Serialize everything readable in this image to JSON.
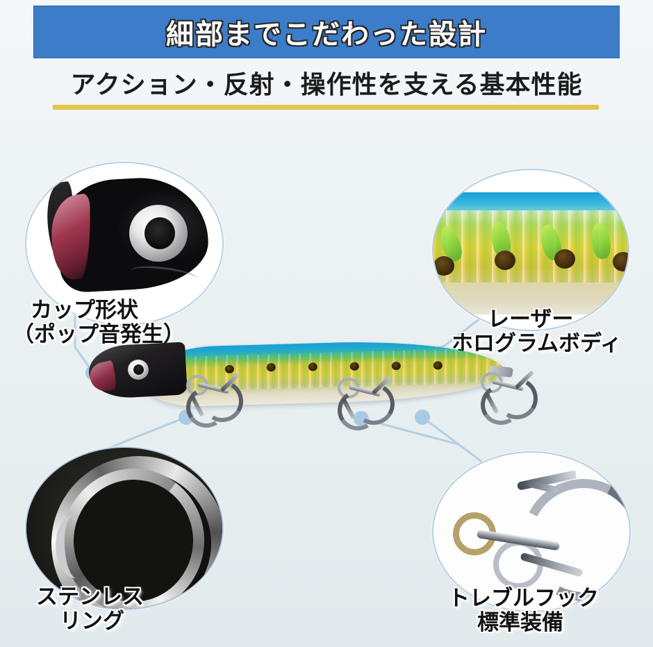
{
  "header": {
    "banner_title": "細部までこだわった設計",
    "subtitle": "アクション・反射・操作性を支える基本性能",
    "banner_color": "#3d7cc9",
    "divider_color": "#e6c24a",
    "title_color": "#ffffff",
    "subtitle_color": "#1b1b1b"
  },
  "callouts": [
    {
      "id": "cup-shape",
      "line1": "カップ形状",
      "line2": "（ポップ音発生）",
      "position": "top-left",
      "image_subject": "lure-head-cup-mouth-with-silver-eye"
    },
    {
      "id": "laser-hologram-body",
      "line1": "レーザー",
      "line2": "ホログラムボディ",
      "position": "top-right",
      "image_subject": "holographic-scale-pattern-closeup"
    },
    {
      "id": "stainless-ring",
      "line1": "ステンレス",
      "line2": "リング",
      "position": "bottom-left",
      "image_subject": "stainless-split-ring-closeup"
    },
    {
      "id": "treble-hook",
      "line1": "トレブルフック",
      "line2": "標準装備",
      "position": "bottom-right",
      "image_subject": "treble-hook-closeup"
    }
  ],
  "product": {
    "name": "fishing-popper-lure",
    "head_color": "#141315",
    "back_color": "#1b9fd8",
    "body_color": "#dfc93c",
    "belly_color": "#ece9de",
    "mouth_color": "#90304a",
    "hook_count": 3
  },
  "style": {
    "background_top": "#f4f8f9",
    "background_bottom": "#e2eaed",
    "connector_color": "#b4cfe3",
    "connector_dot_color": "#a9cae3",
    "circle_border_color": "#b6cfe2"
  }
}
